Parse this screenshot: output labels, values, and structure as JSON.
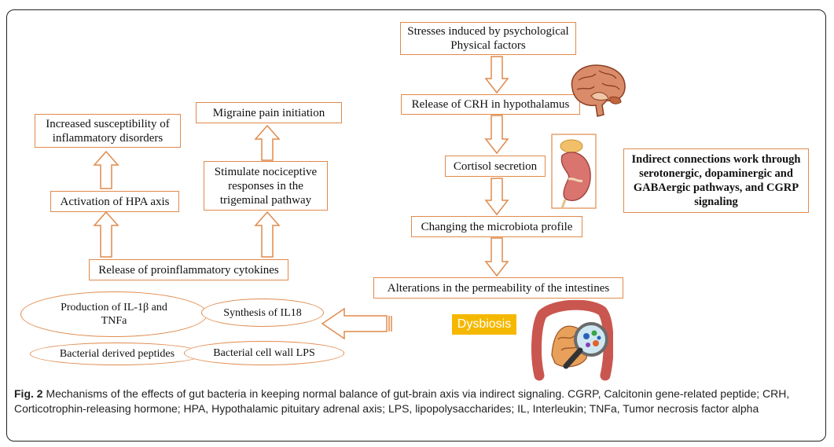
{
  "boxes": {
    "stresses": "Stresses induced by psychological\nPhysical factors",
    "crh": "Release of CRH in hypothalamus",
    "cortisol": "Cortisol secretion",
    "microbiota": "Changing the microbiota profile",
    "permeability": "Alterations in the permeability of the intestines",
    "indirect": "Indirect connections work through serotonergic, dopaminergic and GABAergic pathways, and CGRP signaling",
    "migraine": "Migraine pain initiation",
    "nociceptive": "Stimulate nociceptive responses in the trigeminal pathway",
    "susceptibility": "Increased susceptibility of inflammatory disorders",
    "hpa": "Activation of HPA axis",
    "cytokines": "Release of proinflammatory cytokines"
  },
  "ellipses": {
    "il1b": "Production of IL-1β and TNFa",
    "il18": "Synthesis of IL18",
    "peptides": "Bacterial derived peptides",
    "lps": "Bacterial cell wall LPS"
  },
  "dysbiosis": "Dysbiosis",
  "caption": {
    "label": "Fig. 2",
    "text": " Mechanisms of the effects of gut bacteria in keeping normal balance of gut-brain axis via indirect signaling. CGRP, Calcitonin gene-related peptide; CRH, Corticotrophin-releasing hormone; HPA, Hypothalamic pituitary adrenal axis; LPS, lipopolysaccharides; IL, Interleukin; TNFa, Tumor necrosis factor alpha"
  },
  "colors": {
    "border": "#e08a4c",
    "dysbiosis": "#f5b800"
  },
  "icons": [
    "brain-icon",
    "kidney-icon",
    "intestine-icon"
  ]
}
